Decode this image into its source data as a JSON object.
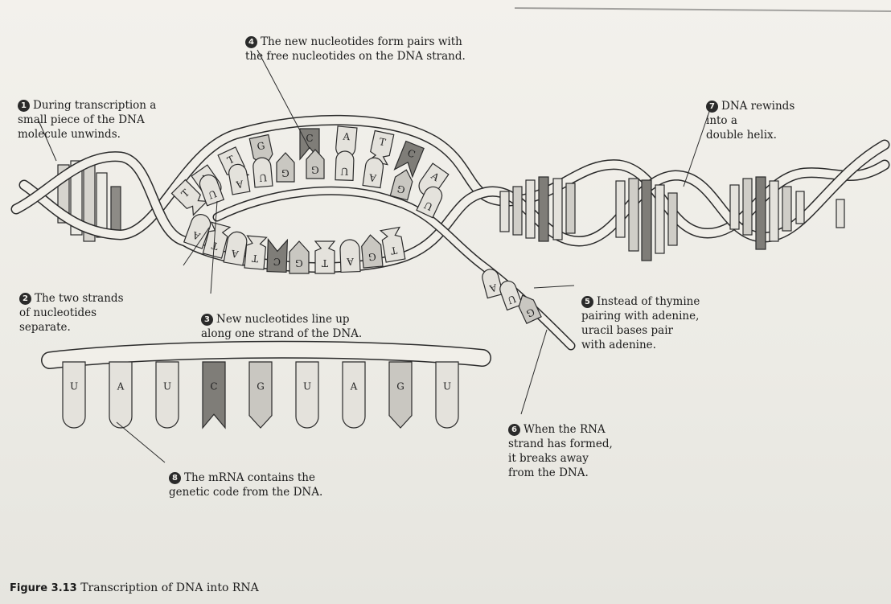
{
  "annotations": [
    {
      "num": "1",
      "text": "During transcription a\nsmall piece of the DNA\nmolecule unwinds."
    },
    {
      "num": "2",
      "text": "The two strands\nof nucleotides\nseparate."
    },
    {
      "num": "3",
      "text": "New nucleotides line up\nalong one strand of the DNA."
    },
    {
      "num": "4",
      "text": "The new nucleotides form pairs with\nthe free nucleotides on the DNA strand."
    },
    {
      "num": "5",
      "text": "Instead of thymine\npairing with adenine,\nuracil bases pair\nwith adenine."
    },
    {
      "num": "6",
      "text": "When the RNA\nstrand has formed,\nit breaks away\nfrom the DNA."
    },
    {
      "num": "7",
      "text": "DNA rewinds\ninto a\ndouble helix."
    },
    {
      "num": "8",
      "text": "The mRNA contains the\ngenetic code from the DNA."
    }
  ],
  "caption": {
    "label": "Figure 3.13",
    "text": "Transcription of DNA into RNA"
  },
  "top_strand_bases": [
    "T",
    "A",
    "T",
    "G",
    "C",
    "A",
    "T",
    "C",
    "A"
  ],
  "new_rna_bases": [
    "U",
    "A",
    "U",
    "G",
    "G",
    "U",
    "A",
    "G",
    "U"
  ],
  "bottom_strand_bases": [
    "A",
    "T",
    "A",
    "T",
    "C",
    "G",
    "T",
    "A",
    "G",
    "T"
  ],
  "released_rna_bases": [
    "A",
    "U",
    "G"
  ],
  "mrna_bases": [
    "U",
    "A",
    "U",
    "C",
    "G",
    "U",
    "A",
    "G",
    "U"
  ],
  "colors": {
    "strand": "#f1efe9",
    "outline": "#2b2b2b",
    "base_light": "#e4e2dc",
    "base_mid": "#c9c7c1",
    "base_dark": "#7f7d78"
  }
}
